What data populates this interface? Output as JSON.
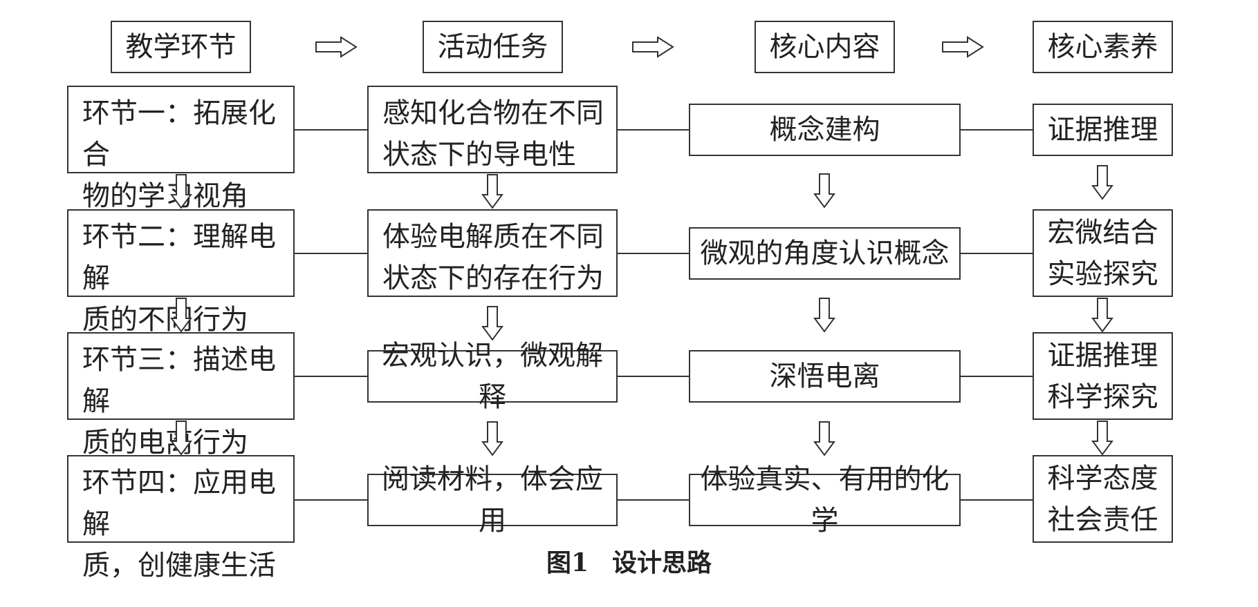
{
  "headers": [
    "教学环节",
    "活动任务",
    "核心内容",
    "核心素养"
  ],
  "stages": [
    [
      "环节一：拓展化合",
      "物的学习视角"
    ],
    [
      "环节二：理解电解",
      "质的不同行为"
    ],
    [
      "环节三：描述电解",
      "质的电离行为"
    ],
    [
      "环节四：应用电解",
      "质，创健康生活"
    ]
  ],
  "activities": [
    [
      "感知化合物在不同",
      "状态下的导电性"
    ],
    [
      "体验电解质在不同",
      "状态下的存在行为"
    ],
    [
      "宏观认识，微观解释"
    ],
    [
      "阅读材料，体会应用"
    ]
  ],
  "contents": [
    "概念建构",
    "微观的角度认识概念",
    "深悟电离",
    "体验真实、有用的化学"
  ],
  "literacies": [
    [
      "证据推理"
    ],
    [
      "宏微结合",
      "实验探究"
    ],
    [
      "证据推理",
      "科学探究"
    ],
    [
      "科学态度",
      "社会责任"
    ]
  ],
  "caption": {
    "label": "图1",
    "title": "设计思路"
  }
}
